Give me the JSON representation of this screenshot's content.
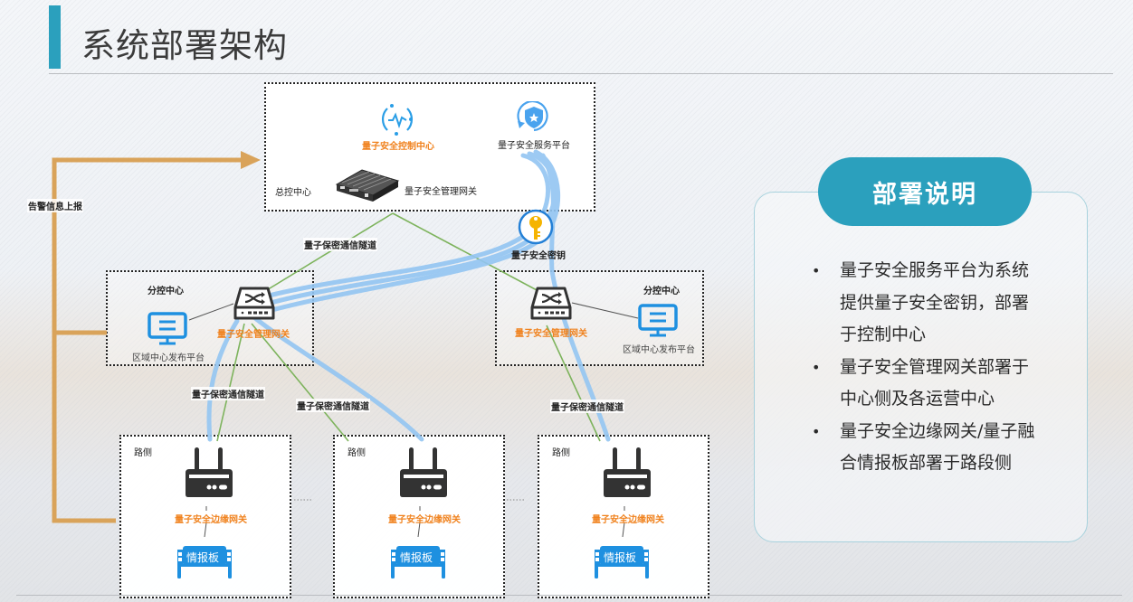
{
  "page": {
    "title": "系统部署架构"
  },
  "diagram": {
    "alarm_label": "告警信息上报",
    "central": {
      "zone_label": "总控中心",
      "control_center": "量子安全控制中心",
      "service_platform": "量子安全服务平台",
      "mgmt_gateway": "量子安全管理网关"
    },
    "key_label": "量子安全密钥",
    "tunnel_label": "量子保密通信隧道",
    "branches": [
      {
        "zone_label": "分控中心",
        "gateway": "量子安全管理网关",
        "platform": "区域中心发布平台"
      },
      {
        "zone_label": "分控中心",
        "gateway": "量子安全管理网关",
        "platform": "区域中心发布平台"
      }
    ],
    "roadside": [
      {
        "zone_label": "路侧",
        "edge_gateway": "量子安全边缘网关",
        "board": "情报板"
      },
      {
        "zone_label": "路侧",
        "edge_gateway": "量子安全边缘网关",
        "board": "情报板"
      },
      {
        "zone_label": "路侧",
        "edge_gateway": "量子安全边缘网关",
        "board": "情报板"
      }
    ],
    "ellipsis": "......",
    "colors": {
      "tunnel_line": "#7db35c",
      "key_flow": "#93c5f2",
      "alarm_arrow": "#d9a35a",
      "accent": "#2ba0bd",
      "label_orange": "#f0821e"
    }
  },
  "panel": {
    "title": "部署说明",
    "bullets": [
      "量子安全服务平台为系统提供量子安全密钥，部署于控制中心",
      "量子安全管理网关部署于中心侧及各运营中心",
      "量子安全边缘网关/量子融合情报板部署于路段侧"
    ]
  }
}
